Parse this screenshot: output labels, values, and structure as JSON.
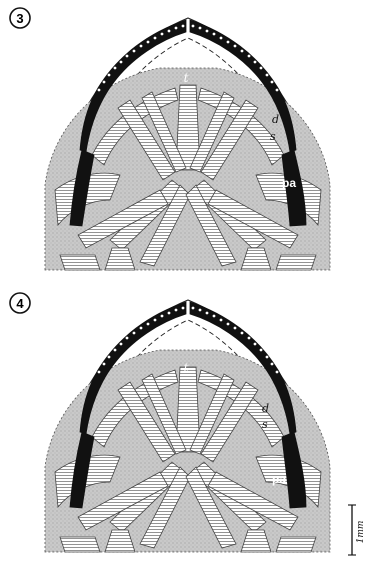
{
  "panels": [
    {
      "number": "3",
      "labels": {
        "t": "t",
        "d": "d",
        "s": "s",
        "pa": "pa"
      }
    },
    {
      "number": "4",
      "labels": {
        "t": "t",
        "d": "d",
        "s": "s",
        "pa": "pa"
      }
    }
  ],
  "scale_bar": {
    "label": "1mm"
  },
  "colors": {
    "outline": "#222222",
    "stipple": "#c6c6c6",
    "hatch": "#777777",
    "bone": "#111111",
    "teeth": "#ffffff"
  }
}
